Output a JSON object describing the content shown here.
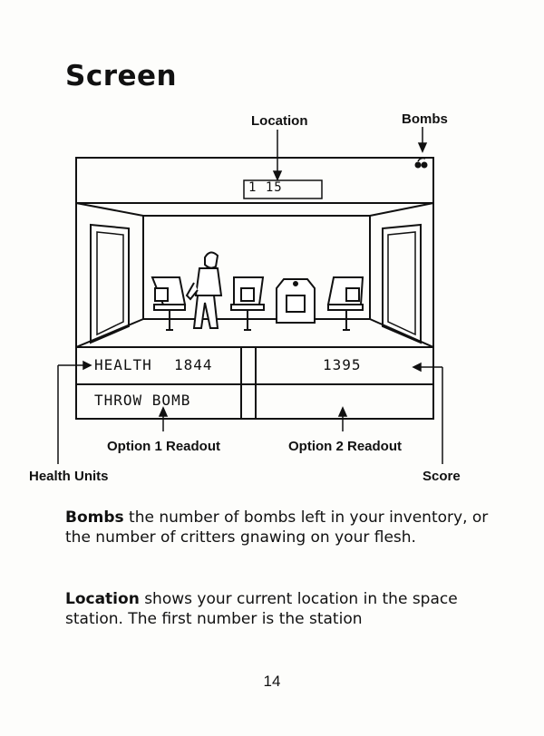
{
  "heading": "Screen",
  "labels": {
    "location": "Location",
    "bombs": "Bombs",
    "option1": "Option 1 Readout",
    "option2": "Option 2 Readout",
    "health_units": "Health Units",
    "score": "Score"
  },
  "game_screen": {
    "location_readout": "1   15",
    "health_label": "HEALTH",
    "health_value": "1844",
    "score_value": "1395",
    "option1_text": "THROW BOMB",
    "option2_text": ""
  },
  "paragraphs": [
    {
      "term": "Bombs",
      "text": " the number of bombs left in your inventory, or the number of critters gnawing on your flesh."
    },
    {
      "term": "Location",
      "text": " shows your current location in the space station. The first number is the station"
    }
  ],
  "page_number": "14"
}
